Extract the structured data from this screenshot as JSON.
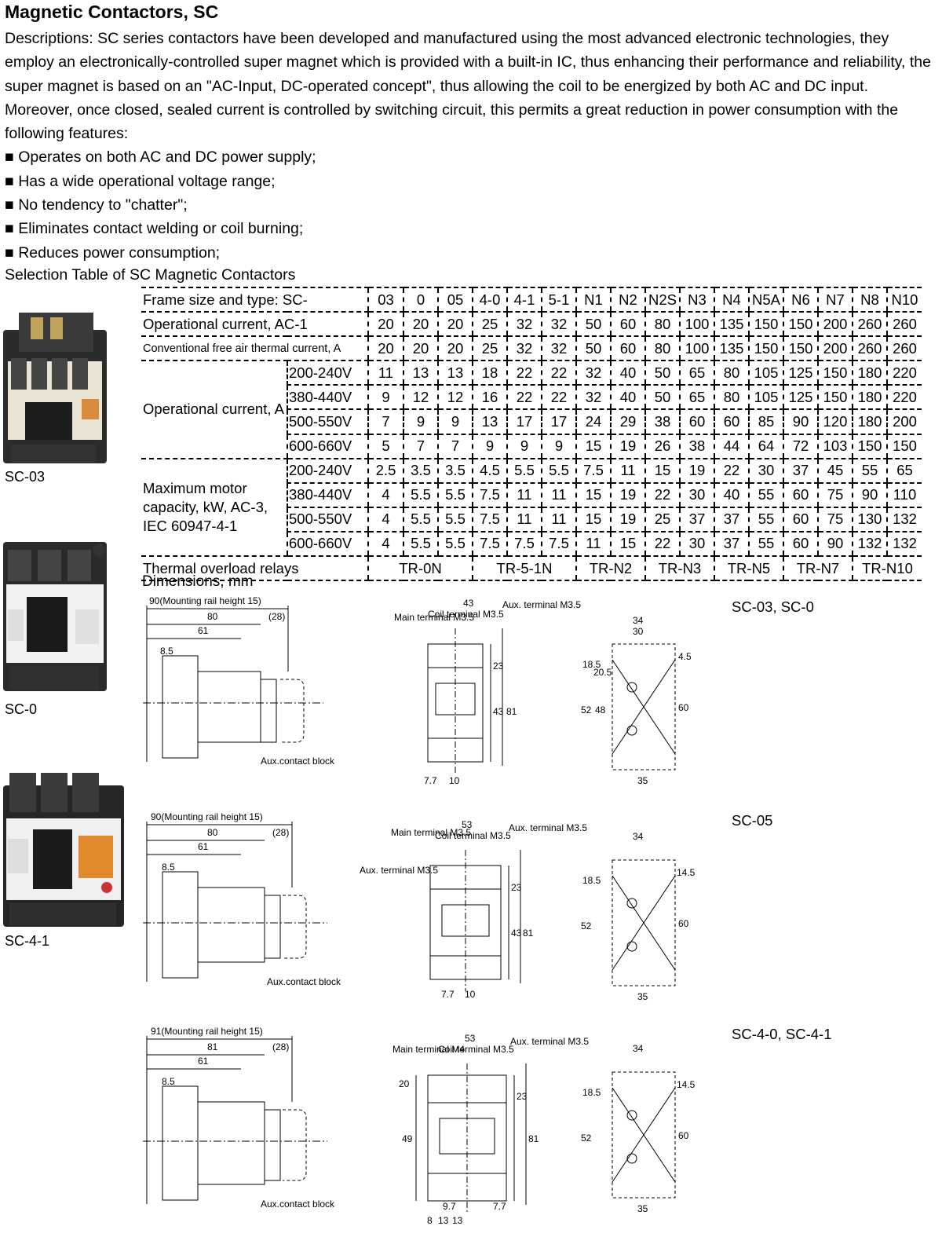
{
  "title": "Magnetic Contactors, SC",
  "description": "Descriptions: SC series contactors have been developed and manufactured using the most advanced electronic technologies, they employ an electronically-controlled super magnet which is provided with a built-in IC, thus enhancing their performance and reliability, the super magnet is based on an \"AC-Input, DC-operated concept\", thus allowing the coil to be energized by both AC and DC input. Moreover, once closed, sealed current is controlled by switching circuit, this permits a great reduction in power consumption with the following features:",
  "features": [
    "■ Operates on both AC and DC power supply;",
    "■ Has a wide operational voltage range;",
    "■ No tendency to \"chatter\";",
    "■ Eliminates contact welding or coil burning;",
    "■ Reduces power consumption;"
  ],
  "selection_title": "Selection Table of SC Magnetic Contactors",
  "photos": [
    "SC-03",
    "SC-0",
    "SC-4-1"
  ],
  "table": {
    "frame_label": "Frame size and type: SC-",
    "frames": [
      "03",
      "0",
      "05",
      "4-0",
      "4-1",
      "5-1",
      "N1",
      "N2",
      "N2S",
      "N3",
      "N4",
      "N5A",
      "N6",
      "N7",
      "N8",
      "N10"
    ],
    "ac1_label": "Operational current, AC-1",
    "ac1": [
      "20",
      "20",
      "20",
      "25",
      "32",
      "32",
      "50",
      "60",
      "80",
      "100",
      "135",
      "150",
      "150",
      "200",
      "260",
      "260"
    ],
    "thermal_label": "Conventional free air thermal current, A",
    "thermal": [
      "20",
      "20",
      "20",
      "25",
      "32",
      "32",
      "50",
      "60",
      "80",
      "100",
      "135",
      "150",
      "150",
      "200",
      "260",
      "260"
    ],
    "ac3_label": "Operational current, A",
    "ac3": [
      {
        "v": "200-240V",
        "vals": [
          "11",
          "13",
          "13",
          "18",
          "22",
          "22",
          "32",
          "40",
          "50",
          "65",
          "80",
          "105",
          "125",
          "150",
          "180",
          "220"
        ]
      },
      {
        "v": "380-440V",
        "vals": [
          "9",
          "12",
          "12",
          "16",
          "22",
          "22",
          "32",
          "40",
          "50",
          "65",
          "80",
          "105",
          "125",
          "150",
          "180",
          "220"
        ]
      },
      {
        "v": "500-550V",
        "vals": [
          "7",
          "9",
          "9",
          "13",
          "17",
          "17",
          "24",
          "29",
          "38",
          "60",
          "60",
          "85",
          "90",
          "120",
          "180",
          "200"
        ]
      },
      {
        "v": "600-660V",
        "vals": [
          "5",
          "7",
          "7",
          "9",
          "9",
          "9",
          "15",
          "19",
          "26",
          "38",
          "44",
          "64",
          "72",
          "103",
          "150",
          "150"
        ]
      }
    ],
    "motor_label": "Maximum motor capacity, kW, AC-3, IEC 60947-4-1",
    "motor": [
      {
        "v": "200-240V",
        "vals": [
          "2.5",
          "3.5",
          "3.5",
          "4.5",
          "5.5",
          "5.5",
          "7.5",
          "11",
          "15",
          "19",
          "22",
          "30",
          "37",
          "45",
          "55",
          "65"
        ]
      },
      {
        "v": "380-440V",
        "vals": [
          "4",
          "5.5",
          "5.5",
          "7.5",
          "11",
          "11",
          "15",
          "19",
          "22",
          "30",
          "40",
          "55",
          "60",
          "75",
          "90",
          "110"
        ]
      },
      {
        "v": "500-550V",
        "vals": [
          "4",
          "5.5",
          "5.5",
          "7.5",
          "11",
          "11",
          "15",
          "19",
          "25",
          "37",
          "37",
          "55",
          "60",
          "75",
          "130",
          "132"
        ]
      },
      {
        "v": "600-660V",
        "vals": [
          "4",
          "5.5",
          "5.5",
          "7.5",
          "7.5",
          "7.5",
          "11",
          "15",
          "22",
          "30",
          "37",
          "55",
          "60",
          "90",
          "132",
          "132"
        ]
      }
    ],
    "relay_label": "Thermal overload relays",
    "relays": [
      {
        "name": "TR-0N",
        "span": 3
      },
      {
        "name": "TR-5-1N",
        "span": 3
      },
      {
        "name": "TR-N2",
        "span": 2
      },
      {
        "name": "TR-N3",
        "span": 2
      },
      {
        "name": "TR-N5",
        "span": 2
      },
      {
        "name": "TR-N7",
        "span": 2
      },
      {
        "name": "TR-N10",
        "span": 2
      }
    ]
  },
  "dimensions_label": "Dimensions, mm",
  "drawings": [
    {
      "model": "SC-03, SC-0",
      "side": {
        "mount": "90(Mounting rail height 15)",
        "d1": "80",
        "d2": "(28)",
        "d3": "61",
        "d4": "8.5",
        "aux": "Aux.contact block"
      },
      "front": {
        "width": "43",
        "main": "Main terminal M3.5",
        "coil": "Coil terminal M3.5",
        "auxt": "Aux. terminal M3.5",
        "auxt2": "",
        "h1": "23",
        "h2": "43",
        "h3": "81",
        "h4": "",
        "b1": "7.7",
        "b2": "10",
        "b3": "",
        "b4": ""
      },
      "mount": {
        "w1": "34",
        "w2": "30",
        "h1": "18.5",
        "h2": "20.5",
        "h3": "4.5",
        "l1": "52",
        "l2": "48",
        "r1": "60",
        "b": "35"
      }
    },
    {
      "model": "SC-05",
      "side": {
        "mount": "90(Mounting rail height 15)",
        "d1": "80",
        "d2": "(28)",
        "d3": "61",
        "d4": "8.5",
        "aux": "Aux.contact block"
      },
      "front": {
        "width": "53",
        "main": "Main terminal M3.5",
        "coil": "Coil terminal M3.5",
        "auxt": "Aux. terminal M3.5",
        "auxt2": "Aux. terminal M3.5",
        "h1": "23",
        "h2": "43",
        "h3": "81",
        "h4": "",
        "b1": "7.7",
        "b2": "10",
        "b3": "",
        "b4": ""
      },
      "mount": {
        "w1": "34",
        "w2": "",
        "h1": "18.5",
        "h2": "",
        "h3": "14.5",
        "l1": "52",
        "l2": "",
        "r1": "60",
        "b": "35"
      }
    },
    {
      "model": "SC-4-0, SC-4-1",
      "side": {
        "mount": "91(Mounting rail height 15)",
        "d1": "81",
        "d2": "(28)",
        "d3": "61",
        "d4": "8.5",
        "aux": "Aux.contact block"
      },
      "front": {
        "width": "53",
        "main": "Main terminal M4",
        "coil": "Coil terminal M3.5",
        "auxt": "Aux. terminal M3.5",
        "auxt2": "",
        "h1": "23",
        "h2": "49",
        "h3": "81",
        "h4": "20",
        "b1": "9.7",
        "b2": "7.7",
        "b3": "8",
        "b4": "13"
      },
      "mount": {
        "w1": "34",
        "w2": "",
        "h1": "18.5",
        "h2": "",
        "h3": "14.5",
        "l1": "52",
        "l2": "",
        "r1": "60",
        "b": "35"
      }
    }
  ]
}
